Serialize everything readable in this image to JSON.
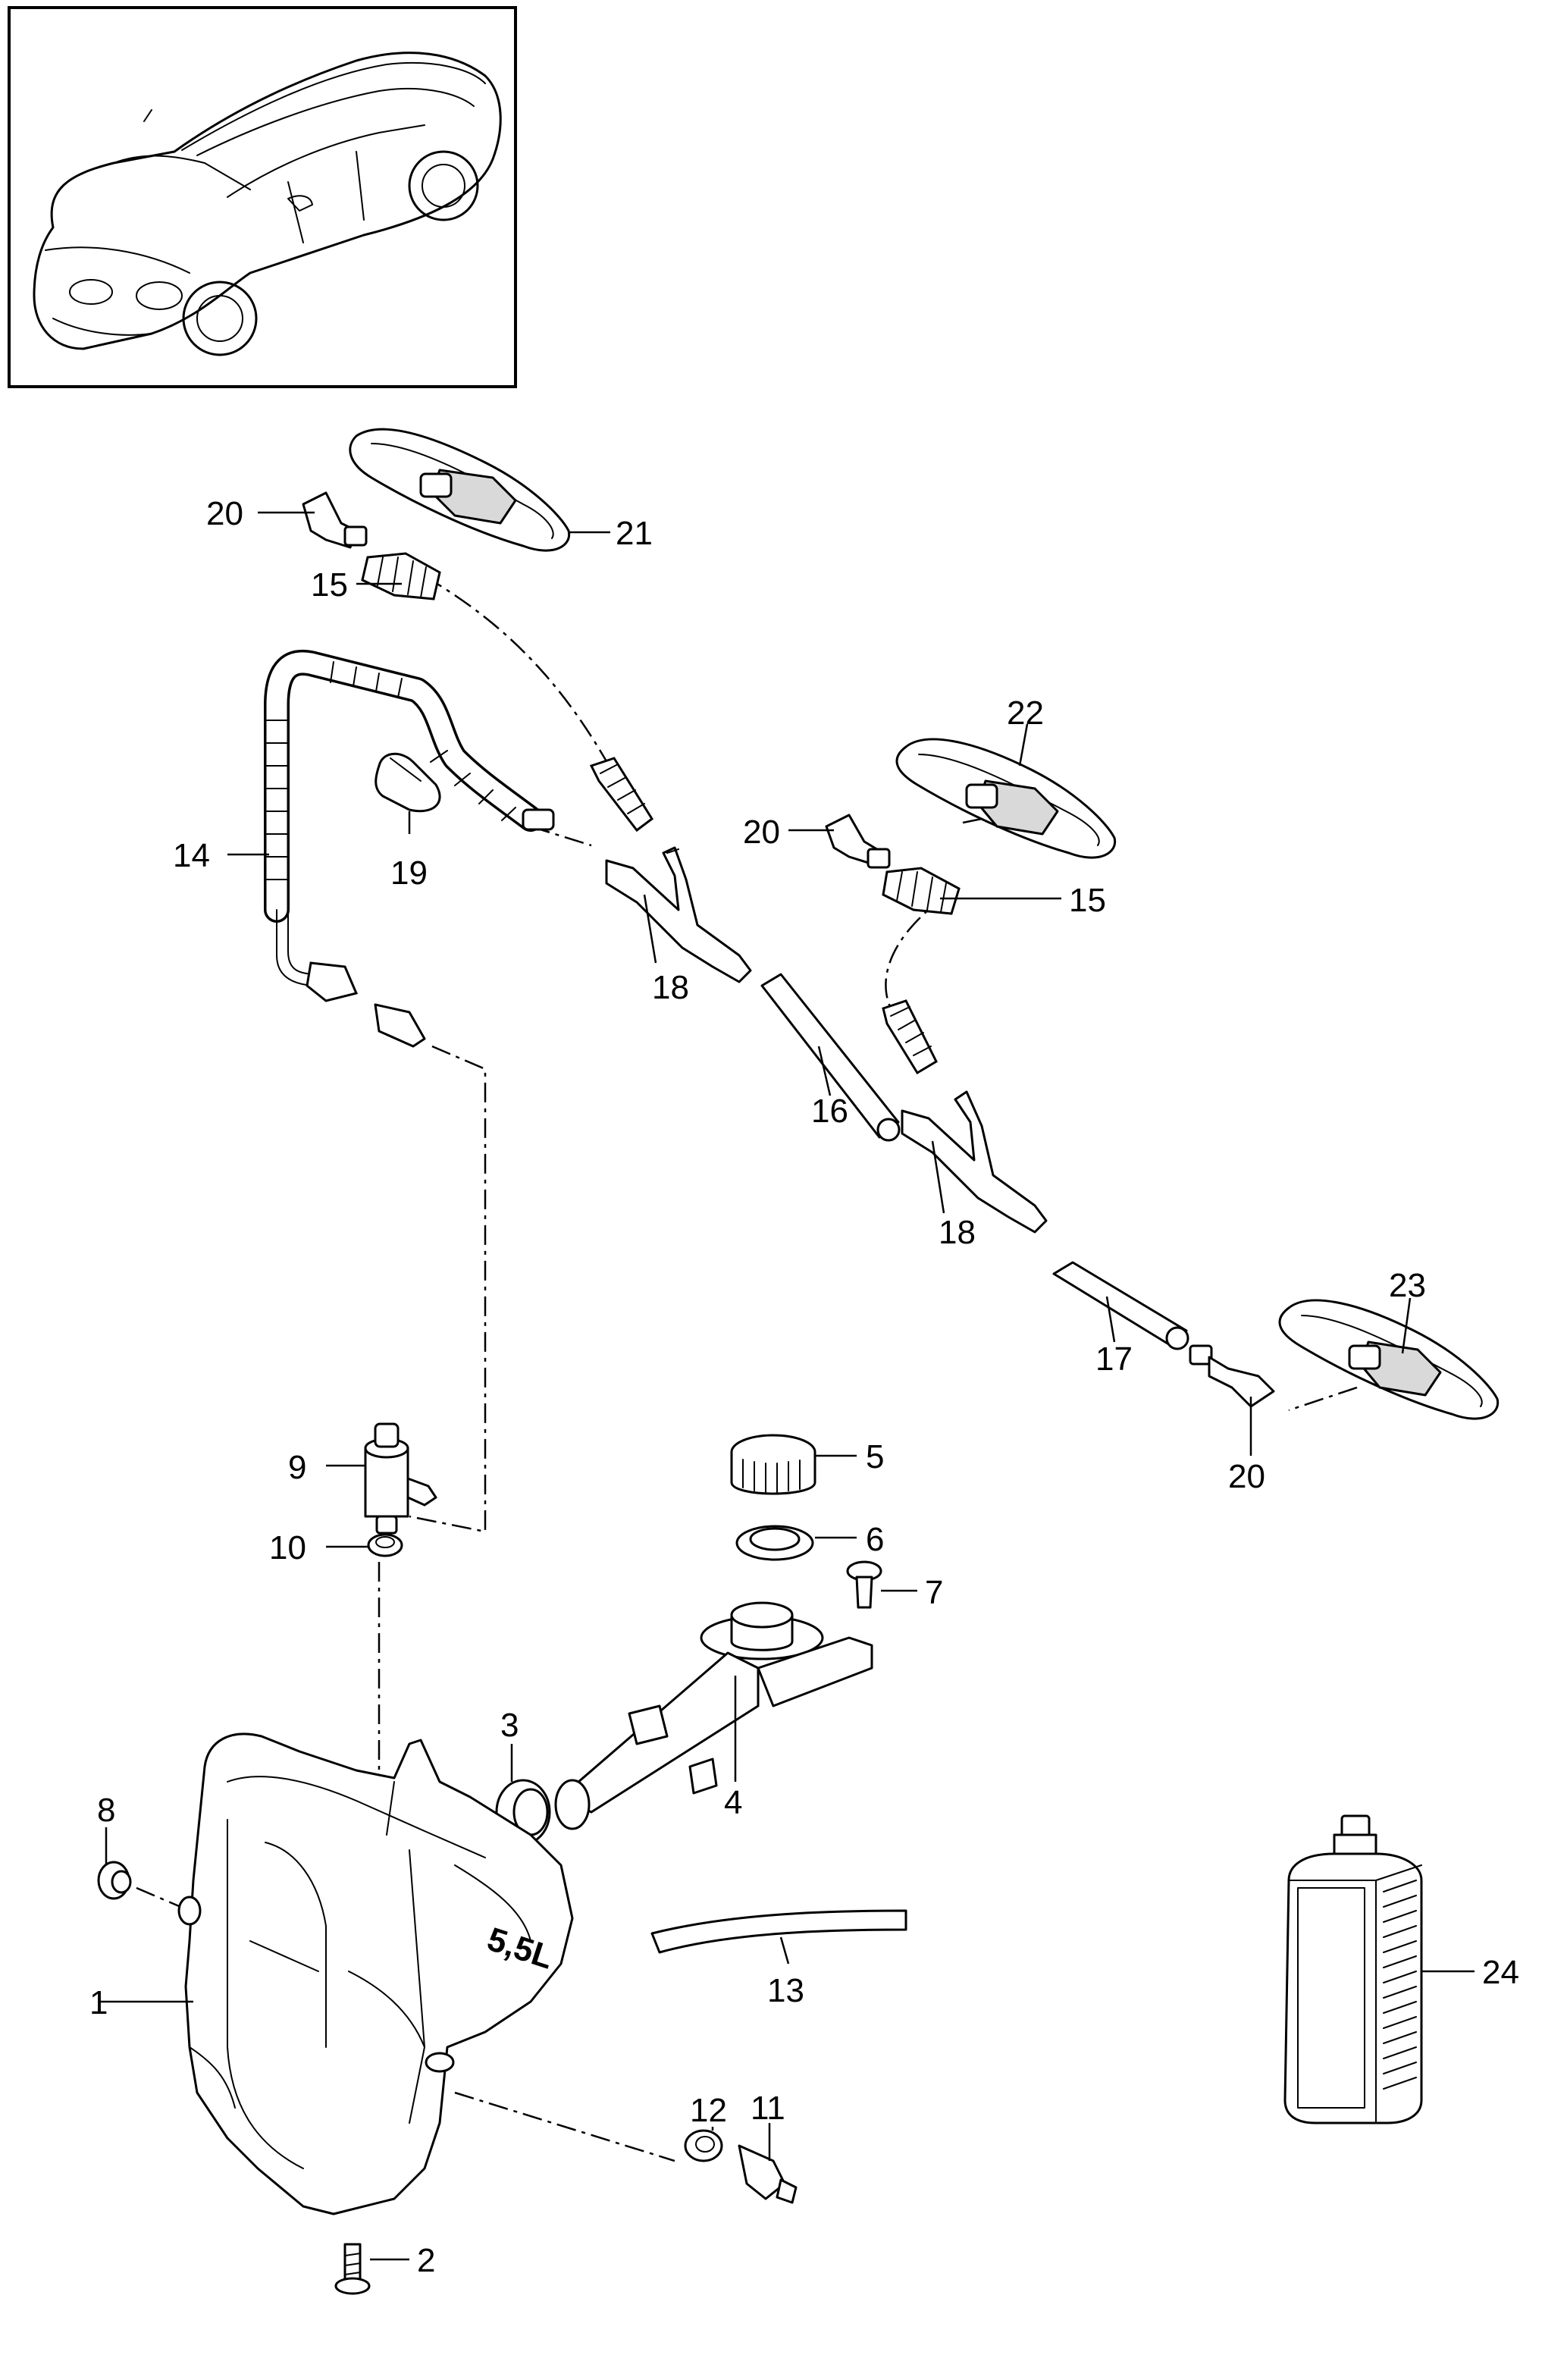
{
  "callouts": {
    "c1": "1",
    "c2": "2",
    "c3": "3",
    "c4": "4",
    "c5": "5",
    "c6": "6",
    "c7": "7",
    "c8": "8",
    "c9": "9",
    "c10": "10",
    "c11": "11",
    "c12": "12",
    "c13": "13",
    "c14": "14",
    "c15a": "15",
    "c15b": "15",
    "c16": "16",
    "c17": "17",
    "c18a": "18",
    "c18b": "18",
    "c19": "19",
    "c20a": "20",
    "c20b": "20",
    "c20c": "20",
    "c21": "21",
    "c22": "22",
    "c23": "23",
    "c24": "24"
  },
  "tank_marking": "5,5L"
}
